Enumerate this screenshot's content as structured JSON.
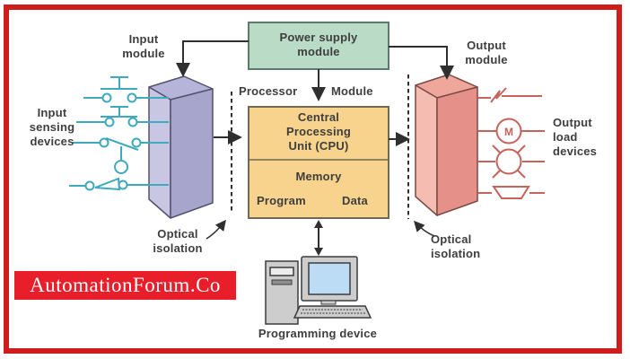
{
  "labels": {
    "input_module": "Input module",
    "power_supply": "Power supply module",
    "output_module": "Output module",
    "processor": "Processor",
    "module": "Module",
    "cpu": "Central Processing Unit (CPU)",
    "memory": "Memory",
    "program": "Program",
    "data": "Data",
    "input_sensing": "Input sensing devices",
    "output_load": "Output load devices",
    "optical_isolation_left": "Optical isolation",
    "optical_isolation_right": "Optical isolation",
    "programming_device": "Programming device",
    "motor_letter": "M"
  },
  "watermark": {
    "text": "AutomationForum.Co"
  },
  "symbols": {
    "input_devices": [
      "pushbutton-switch-icon",
      "pushbutton-switch-icon",
      "float-switch-icon",
      "limit-switch-icon"
    ],
    "output_devices": [
      "surge-zigzag-icon",
      "motor-icon",
      "lamp-icon",
      "horn-icon"
    ],
    "programming_device": [
      "computer-tower-icon",
      "monitor-icon",
      "keyboard-icon"
    ]
  },
  "colors": {
    "border_red": "#cf1c1c",
    "watermark_bg": "#e81e2a",
    "watermark_fg": "#ffffff",
    "power_supply_fill": "#badcc7",
    "cpu_fill": "#f8d38d",
    "input_module_front": "#c9c6e3",
    "input_module_side": "#a8a5cc",
    "input_module_top": "#b7b4d9",
    "output_module_front": "#f5bdb2",
    "output_module_side": "#e6908a",
    "output_module_top": "#efa79c",
    "input_symbol_teal": "#3fa9bd",
    "output_symbol_salmon": "#c4645c",
    "line_dark": "#2f2f2f",
    "text": "#3e3e3e",
    "screen_blue": "#bcdcf5"
  }
}
